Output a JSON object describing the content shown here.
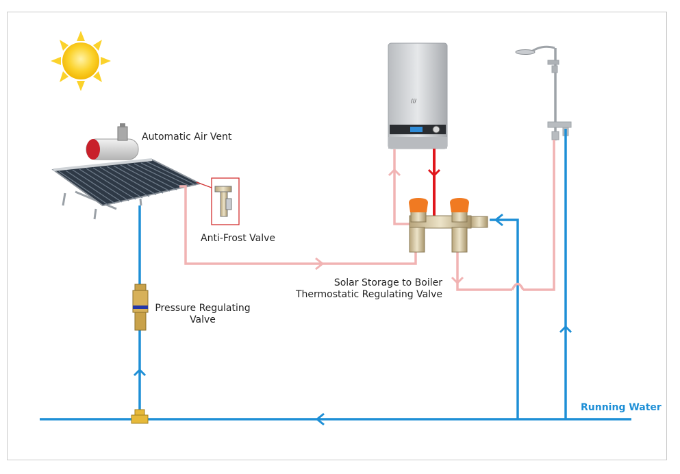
{
  "labels": {
    "air_vent": "Automatic Air Vent",
    "anti_frost": "Anti-Frost Valve",
    "pressure_line1": "Pressure Regulating",
    "pressure_line2": "Valve",
    "thermo_line1": "Solar Storage to Boiler",
    "thermo_line2": "Thermostatic Regulating Valve",
    "running_water": "Running Water"
  },
  "colors": {
    "cold_pipe": "#1e8fd6",
    "warm_pipe": "#f1b3b3",
    "hot_pipe": "#e0161c",
    "sun": "#f7c51b",
    "valve_cap": "#f07a22",
    "frame": "#c8c8c8"
  },
  "icons": [
    "sun-icon",
    "solar-collector-icon",
    "boiler-icon",
    "shower-icon",
    "valve-icon"
  ]
}
